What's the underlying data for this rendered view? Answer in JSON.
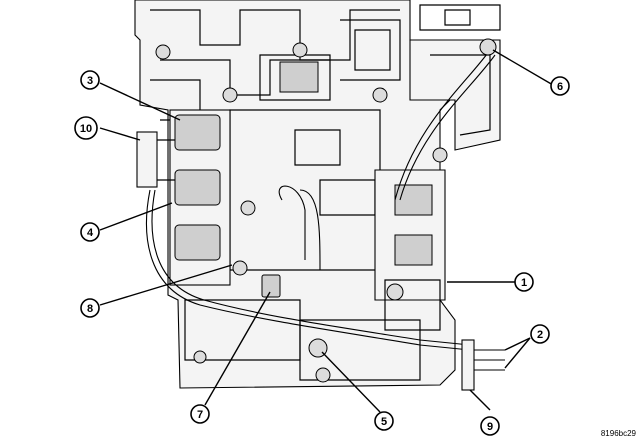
{
  "image_code": "8196bc29",
  "callouts": [
    {
      "id": "c1",
      "label": "1"
    },
    {
      "id": "c2",
      "label": "2"
    },
    {
      "id": "c3",
      "label": "3"
    },
    {
      "id": "c4",
      "label": "4"
    },
    {
      "id": "c5",
      "label": "5"
    },
    {
      "id": "c6",
      "label": "6"
    },
    {
      "id": "c7",
      "label": "7"
    },
    {
      "id": "c8",
      "label": "8"
    },
    {
      "id": "c9",
      "label": "9"
    },
    {
      "id": "c10",
      "label": "10"
    }
  ]
}
